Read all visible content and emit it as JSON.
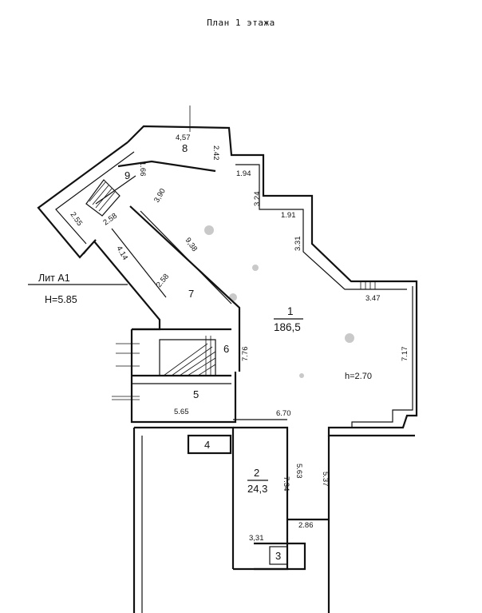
{
  "title": "План 1 этажа",
  "lit": {
    "name": "Лит А1",
    "height": "Н=5.85"
  },
  "rooms": {
    "r1": {
      "number": "1",
      "area": "186,5"
    },
    "r2": {
      "number": "2",
      "area": "24,3"
    },
    "r3": {
      "number": "3"
    },
    "r4": {
      "number": "4"
    },
    "r5": {
      "number": "5"
    },
    "r6": {
      "number": "6"
    },
    "r7": {
      "number": "7"
    },
    "r8": {
      "number": "8"
    },
    "r9": {
      "number": "9"
    }
  },
  "ceiling_height": "h=2.70",
  "dimensions": {
    "d_4_57": "4,57",
    "d_1_66": "1.66",
    "d_2_42": "2.42",
    "d_1_94": "1.94",
    "d_3_24": "3.24",
    "d_3_90": "3,90",
    "d_1_91": "1.91",
    "d_2_55": "2.55",
    "d_3_31_top": "3.31",
    "d_2_58_top": "2.58",
    "d_9_38": "9,38",
    "d_4_14": "4.14",
    "d_2_58_mid": "2.58",
    "d_3_47": "3.47",
    "d_7_17": "7.17",
    "d_7_76": "7.76",
    "d_5_65": "5.65",
    "d_6_70": "6.70",
    "d_5_63": "5.63",
    "d_7_34": "7.34",
    "d_5_37": "5.37",
    "d_2_86": "2.86",
    "d_3_31_bottom": "3,31"
  }
}
